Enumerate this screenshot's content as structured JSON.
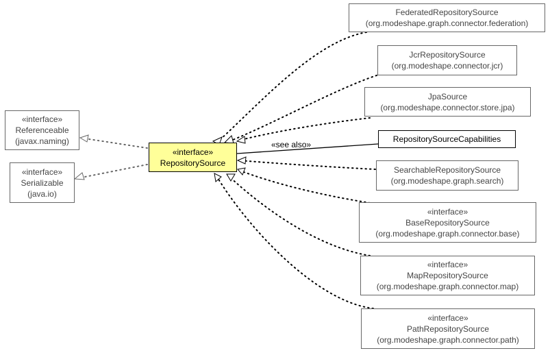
{
  "diagram": {
    "center": {
      "stereotype": "«interface»",
      "name": "RepositorySource",
      "fill": "#ffff99"
    },
    "parents": [
      {
        "stereotype": "«interface»",
        "name": "Referenceable",
        "package": "(javax.naming)"
      },
      {
        "stereotype": "«interface»",
        "name": "Serializable",
        "package": "(java.io)"
      }
    ],
    "related": [
      {
        "name": "FederatedRepositorySource",
        "package": "(org.modeshape.graph.connector.federation)"
      },
      {
        "name": "JcrRepositorySource",
        "package": "(org.modeshape.connector.jcr)"
      },
      {
        "name": "JpaSource",
        "package": "(org.modeshape.connector.store.jpa)"
      },
      {
        "name": "RepositorySourceCapabilities"
      },
      {
        "name": "SearchableRepositorySource",
        "package": "(org.modeshape.graph.search)"
      },
      {
        "stereotype": "«interface»",
        "name": "BaseRepositorySource",
        "package": "(org.modeshape.graph.connector.base)"
      },
      {
        "stereotype": "«interface»",
        "name": "MapRepositorySource",
        "package": "(org.modeshape.graph.connector.map)"
      },
      {
        "stereotype": "«interface»",
        "name": "PathRepositorySource",
        "package": "(org.modeshape.graph.connector.path)"
      }
    ],
    "see_also_label": "«see also»"
  }
}
